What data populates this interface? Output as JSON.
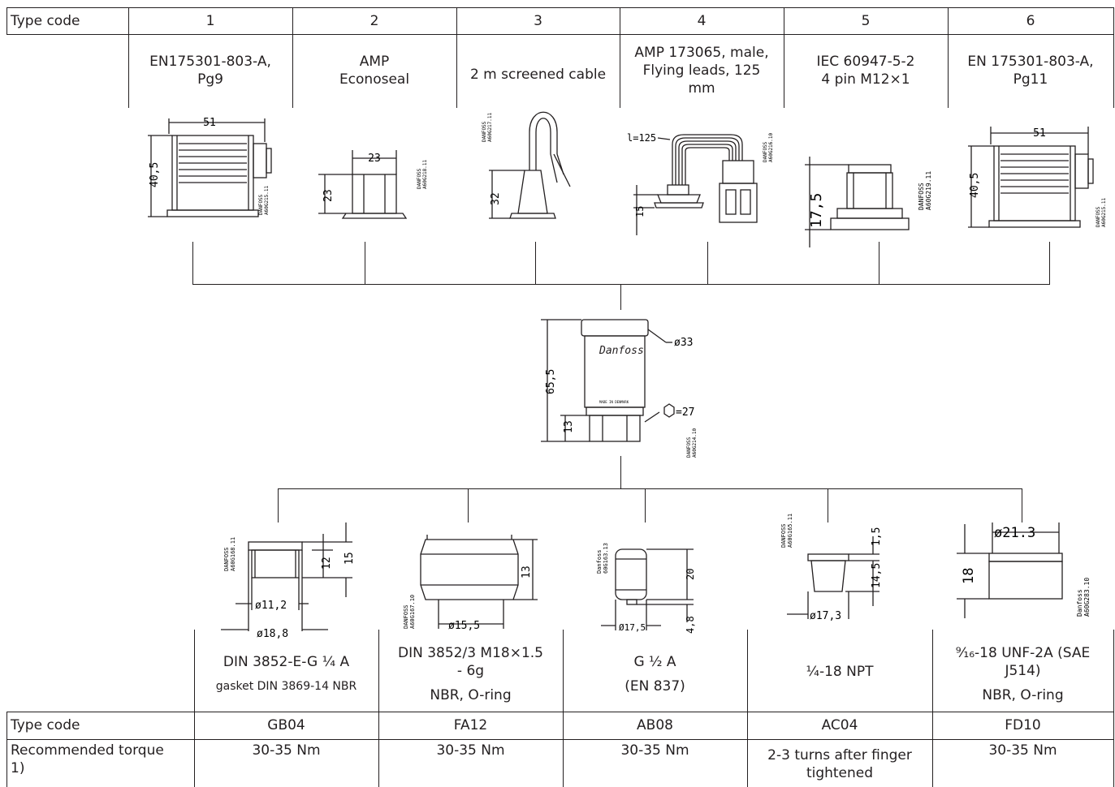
{
  "top_table": {
    "header_label": "Type code",
    "columns": [
      {
        "code": "1",
        "desc": [
          "EN175301-803-A,",
          "Pg9"
        ]
      },
      {
        "code": "2",
        "desc": [
          "AMP",
          "Econoseal"
        ]
      },
      {
        "code": "3",
        "desc": [
          "2 m screened cable"
        ]
      },
      {
        "code": "4",
        "desc": [
          "AMP 173065, male,",
          "Flying leads, 125",
          "mm"
        ]
      },
      {
        "code": "5",
        "desc": [
          "IEC 60947-5-2",
          "4 pin M12×1"
        ]
      },
      {
        "code": "6",
        "desc": [
          "EN 175301-803-A,",
          "Pg11"
        ]
      }
    ]
  },
  "connector_drawings": {
    "c1": {
      "width": "51",
      "height": "40,5",
      "ref": [
        "DANFOSS",
        "A60G215.11"
      ]
    },
    "c2": {
      "width": "23",
      "height": "23",
      "ref": [
        "DANFOSS",
        "A60G218.11"
      ]
    },
    "c3": {
      "height": "32",
      "ref": [
        "DANFOSS",
        "A60G217.11"
      ]
    },
    "c4": {
      "lead": "l=125",
      "height": "15",
      "ref": [
        "DANFOSS",
        "A60G216.10"
      ]
    },
    "c5": {
      "height": "17,5",
      "ref": [
        "DANFOSS",
        "A60G219.11"
      ]
    },
    "c6": {
      "width": "51",
      "height": "40,5",
      "ref": [
        "DANFOSS",
        "A60G215.11"
      ]
    }
  },
  "center_drawing": {
    "height": "65,5",
    "diameter": "ø33",
    "hex": "=27",
    "lower": "13",
    "made_in": "MADE IN DENMARK",
    "ref": [
      "DANFOSS",
      "A60G214.10"
    ]
  },
  "port_drawings": {
    "p1": {
      "d1": "ø11,2",
      "d2": "ø18,8",
      "h1": "12",
      "h2": "15",
      "ref": [
        "DANFOSS",
        "A60G168.11"
      ]
    },
    "p2": {
      "d1": "ø15,5",
      "h1": "13",
      "ref": [
        "DANFOSS",
        "A60G167.10"
      ]
    },
    "p3": {
      "d1": "Ø17,5",
      "h1": "20",
      "h2": "4,8",
      "ref": [
        "Danfoss",
        "60G163.13"
      ]
    },
    "p4": {
      "d1": "ø17,3",
      "h1": "14,5",
      "h2": "1,5",
      "ref": [
        "DANFOSS",
        "A60G165.11"
      ]
    },
    "p5": {
      "d1": "ø21.3",
      "h1": "18",
      "ref": [
        "Danfoss",
        "A60G283.10"
      ]
    }
  },
  "bottom_table": {
    "ports": [
      {
        "desc": [
          "DIN 3852-E-G ¼ A"
        ],
        "sub": "gasket DIN 3869-14 NBR",
        "code": "GB04",
        "torque": [
          "30-35 Nm"
        ]
      },
      {
        "desc": [
          "DIN 3852/3 M18×1.5",
          "- 6g"
        ],
        "sub": "NBR, O-ring",
        "code": "FA12",
        "torque": [
          "30-35 Nm"
        ]
      },
      {
        "desc": [
          "G ½ A",
          "(EN 837)"
        ],
        "sub": "",
        "code": "AB08",
        "torque": [
          "30-35 Nm"
        ]
      },
      {
        "desc": [
          "¼-18 NPT"
        ],
        "sub": "",
        "code": "AC04",
        "torque": [
          "2-3 turns after finger",
          "tightened"
        ]
      },
      {
        "desc": [
          "⁹⁄₁₆-18 UNF-2A (SAE",
          "J514)"
        ],
        "sub": "NBR, O-ring",
        "code": "FD10",
        "torque": [
          "30-35 Nm"
        ]
      }
    ],
    "type_code_label": "Type code",
    "torque_label": "Recommended torque 1)"
  }
}
